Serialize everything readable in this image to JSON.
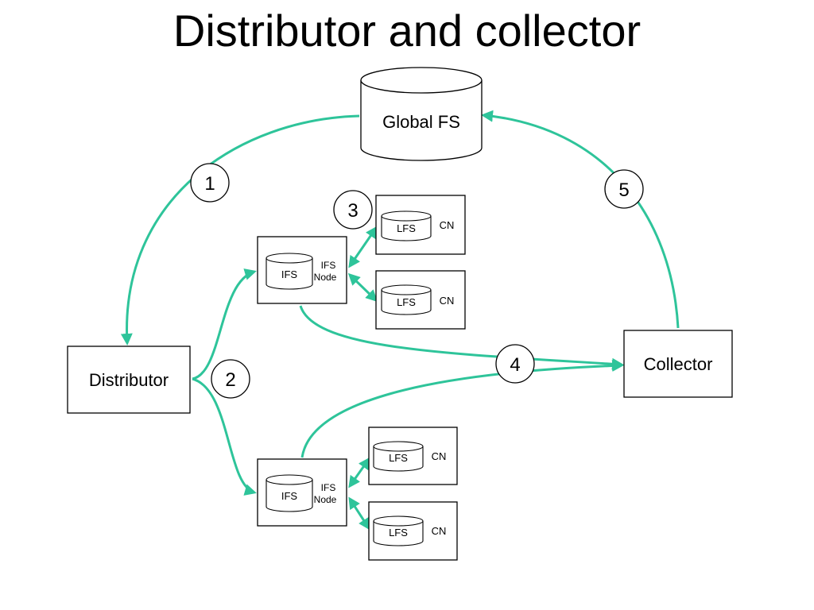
{
  "title": "Distributor and collector",
  "colors": {
    "arrow": "#2ec49a",
    "stroke": "#000000",
    "background": "#ffffff"
  },
  "nodes": {
    "global_fs": "Global FS",
    "distributor": "Distributor",
    "collector": "Collector",
    "ifs_node_top": {
      "disk": "IFS",
      "label_line1": "IFS",
      "label_line2": "Node"
    },
    "ifs_node_bottom": {
      "disk": "IFS",
      "label_line1": "IFS",
      "label_line2": "Node"
    },
    "cn_nodes": [
      {
        "disk": "LFS",
        "label": "CN"
      },
      {
        "disk": "LFS",
        "label": "CN"
      },
      {
        "disk": "LFS",
        "label": "CN"
      },
      {
        "disk": "LFS",
        "label": "CN"
      }
    ]
  },
  "steps": [
    "1",
    "2",
    "3",
    "4",
    "5"
  ]
}
